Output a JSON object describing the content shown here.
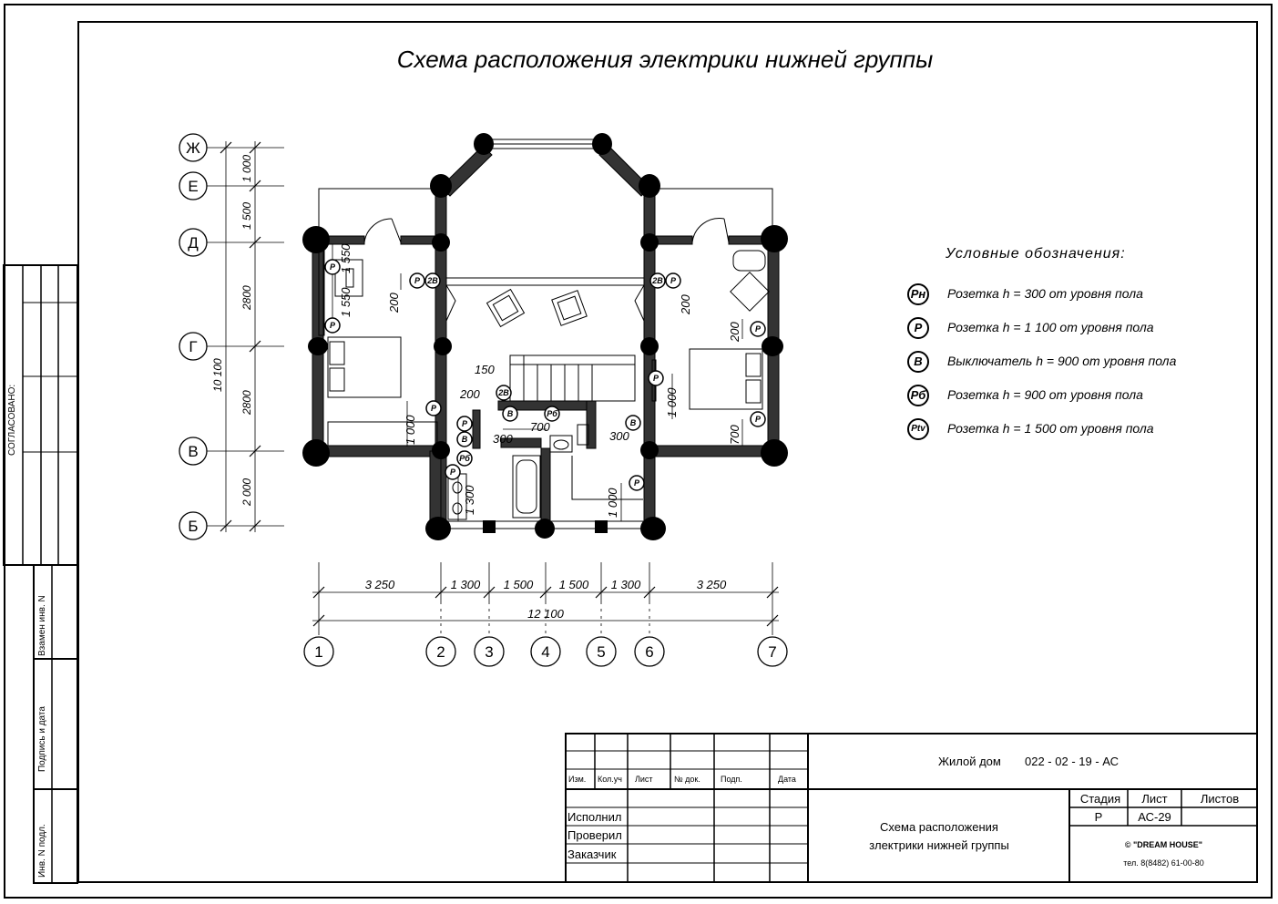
{
  "sheet_title": "Схема расположения электрики нижней группы",
  "legend": {
    "title": "Условные обозначения:",
    "items": [
      {
        "symbol": "Pн",
        "text": "Розетка h = 300 от уровня пола"
      },
      {
        "symbol": "P",
        "text": "Розетка h = 1 100 от уровня пола"
      },
      {
        "symbol": "B",
        "text": "Выключатель h = 900 от уровня пола"
      },
      {
        "symbol": "Pб",
        "text": "Розетка h = 900 от уровня пола"
      },
      {
        "symbol": "Ptv",
        "text": "Розетка h = 1 500 от уровня пола"
      }
    ]
  },
  "axes": {
    "rows": [
      "Ж",
      "Е",
      "Д",
      "Г",
      "В",
      "Б"
    ],
    "row_dims": [
      "1 000",
      "1 500",
      "2800",
      "2800",
      "2 000"
    ],
    "row_total": "10 100",
    "cols": [
      "1",
      "2",
      "3",
      "4",
      "5",
      "6",
      "7"
    ],
    "col_dims": [
      "3 250",
      "1 300",
      "1 500",
      "1 500",
      "1 300",
      "3 250"
    ],
    "col_total": "12 100"
  },
  "plan_dims": {
    "d1550a": "1 550",
    "d1550b": "1 550",
    "d200a": "200",
    "d200b": "200",
    "d150": "150",
    "d200c": "200",
    "d1000a": "1 000",
    "d1000b": "1 000",
    "d700a": "700",
    "d300a": "300",
    "d300b": "300",
    "d700b": "700",
    "d1300": "1 300",
    "d1000c": "1 000"
  },
  "plan_symbols": {
    "s2b": "2В",
    "b": "В",
    "p": "P",
    "pb": "Pб"
  },
  "side_stamp": {
    "agreed": "СОГЛАСОВАНО:",
    "replace_inv": "Взамен инв. N",
    "sign_date": "Подпись и дата",
    "inv_orig": "Инв. N подл."
  },
  "title_block": {
    "headers": [
      "Изм.",
      "Кол.уч",
      "Лист",
      "№ док.",
      "Подп.",
      "Дата"
    ],
    "roles": [
      "Исполнил",
      "Проверил",
      "Заказчик"
    ],
    "project": "Жилой дом",
    "code": "022 - 02 - 19 - АС",
    "drawing_name_1": "Схема расположения",
    "drawing_name_2": "злектрики нижней группы",
    "stage_label": "Стадия",
    "sheet_label": "Лист",
    "sheets_label": "Листов",
    "stage_value": "Р",
    "sheet_value": "АС-29",
    "company": "© \"DREAM HOUSE\"",
    "phone": "тел. 8(8482) 61-00-80"
  }
}
